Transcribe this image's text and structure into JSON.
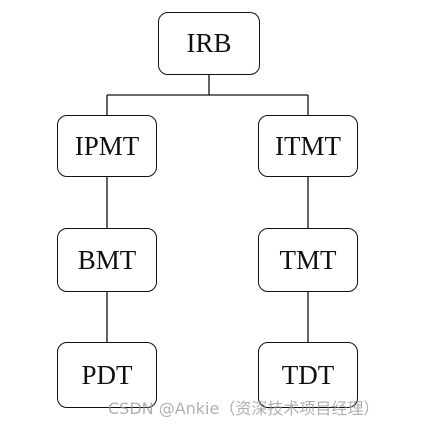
{
  "diagram": {
    "root": "IRB",
    "left_branch": [
      "IPMT",
      "BMT",
      "PDT"
    ],
    "right_branch": [
      "ITMT",
      "TMT",
      "TDT"
    ]
  },
  "watermark": "CSDN @Ankie（资深技术项目经理）",
  "colors": {
    "stroke": "#111111",
    "background": "#ffffff"
  }
}
